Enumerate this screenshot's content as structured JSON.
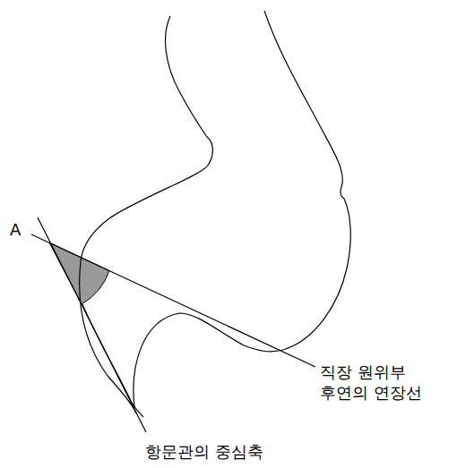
{
  "diagram": {
    "labels": [
      "A",
      "직장 원위부 후연의 연장선",
      "항문관의 중심축"
    ]
  }
}
